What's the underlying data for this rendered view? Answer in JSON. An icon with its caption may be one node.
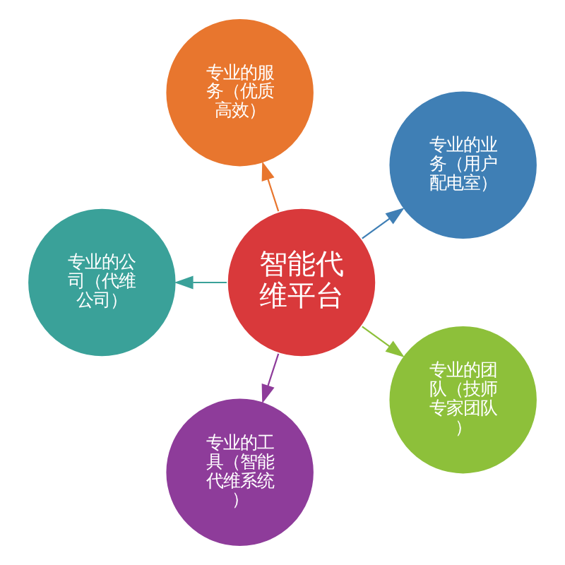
{
  "diagram": {
    "nodes": [
      {
        "text": [
          "专业的业务（用户配电室）"
        ]
      },
      {
        "text": [
          "专业的服务（优质高效）"
        ]
      },
      {
        "text": [
          "智能代维平台"
        ]
      },
      {
        "text": [
          "专业的公司（代维公司）"
        ]
      },
      {
        "text": [
          "专业的工具（智能代维系统）"
        ]
      },
      {
        "text": [
          "专业的团队（技师专家团队）"
        ]
      }
    ],
    "edges": [
      {
        "from": 2,
        "to": 0,
        "arrow": "to",
        "color": "#3f7fb5"
      },
      {
        "from": 2,
        "to": 3,
        "arrow": "to",
        "color": "#3aa199"
      },
      {
        "from": 2,
        "to": 5,
        "arrow": "to",
        "color": "#8dc03a"
      },
      {
        "from": 2,
        "to": 4,
        "arrow": "to",
        "color": "#8e3c9a"
      },
      {
        "from": 2,
        "to": 1,
        "arrow": "to",
        "color": "#e8762e"
      }
    ]
  }
}
